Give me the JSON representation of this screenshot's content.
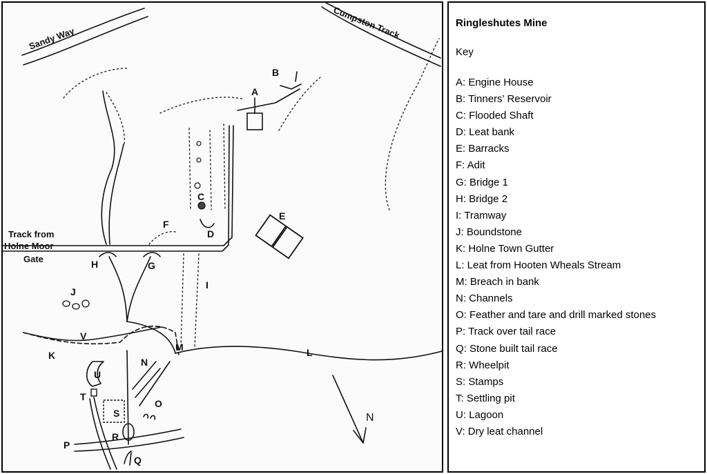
{
  "map": {
    "roads": {
      "sandy_way": "Sandy Way",
      "cumpston_track": "Cumpston Track",
      "track_line1": "Track from",
      "track_line2": "Holne Moor",
      "track_line3": "Gate"
    },
    "labels": {
      "A": "A",
      "B": "B",
      "C": "C",
      "D": "D",
      "E": "E",
      "F": "F",
      "G": "G",
      "H": "H",
      "I": "I",
      "J": "J",
      "K": "K",
      "L": "L",
      "M": "M",
      "N": "N",
      "O": "O",
      "P": "P",
      "Q": "Q",
      "R": "R",
      "S": "S",
      "T": "T",
      "U": "U",
      "V": "V"
    },
    "north": "N"
  },
  "key": {
    "title": "Ringleshutes Mine",
    "heading": "Key",
    "items": [
      "A: Engine House",
      "B: Tinners’ Reservoir",
      "C: Flooded Shaft",
      "D: Leat bank",
      "E: Barracks",
      "F: Adit",
      "G: Bridge 1",
      "H: Bridge 2",
      "I: Tramway",
      "J: Boundstone",
      "K: Holne Town Gutter",
      "L: Leat from Hooten Wheals Stream",
      "M: Breach in bank",
      "N: Channels",
      "O: Feather and tare and drill marked stones",
      "P: Track over tail race",
      "Q: Stone built tail race",
      "R: Wheelpit",
      "S: Stamps",
      "T: Settling pit",
      "U: Lagoon",
      "V: Dry leat channel"
    ]
  }
}
